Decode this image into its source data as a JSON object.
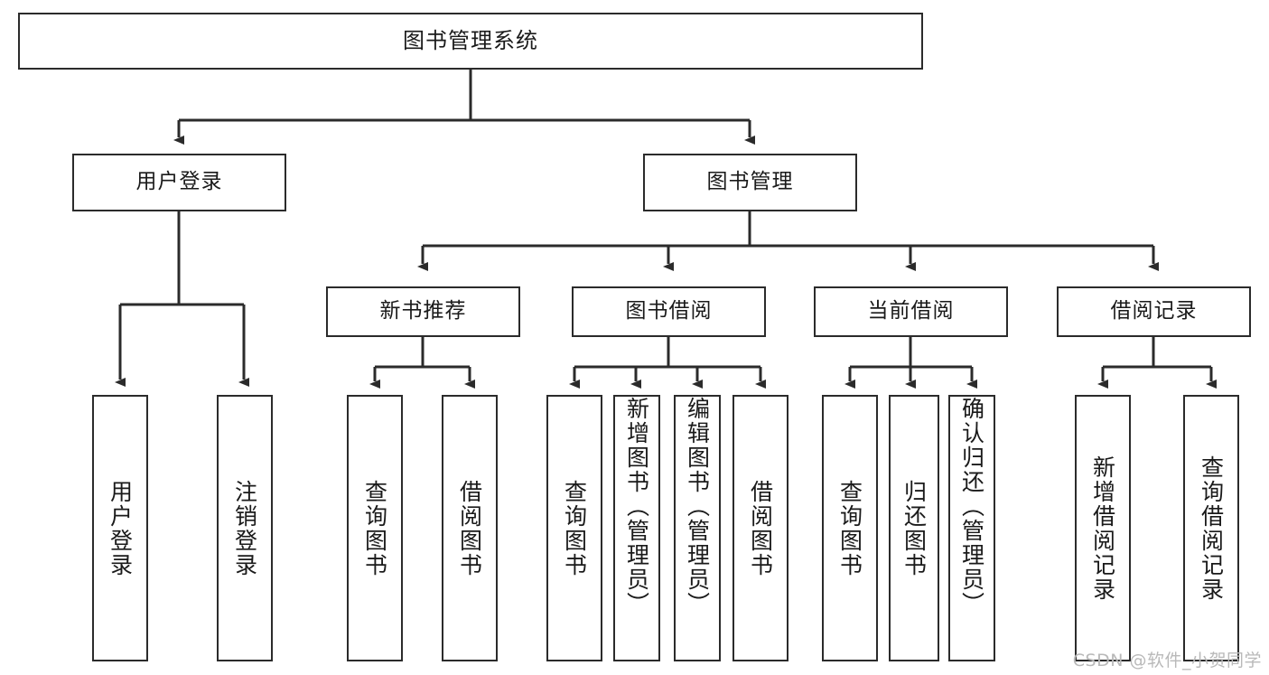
{
  "diagram": {
    "title_node": {
      "label": "图书管理系统"
    },
    "level2": [
      {
        "id": "user-login",
        "label": "用户登录"
      },
      {
        "id": "book-manage",
        "label": "图书管理"
      }
    ],
    "level3": [
      {
        "id": "new-book-recommend",
        "label": "新书推荐"
      },
      {
        "id": "book-borrow",
        "label": "图书借阅"
      },
      {
        "id": "current-borrow",
        "label": "当前借阅"
      },
      {
        "id": "borrow-record",
        "label": "借阅记录"
      }
    ],
    "leaves": {
      "user_login": [
        {
          "id": "leaf-user-login",
          "label": "用户登录"
        },
        {
          "id": "leaf-user-logout",
          "label": "注销登录"
        }
      ],
      "new_book_recommend": [
        {
          "id": "leaf-query-book-1",
          "label": "查询图书"
        },
        {
          "id": "leaf-borrow-book-1",
          "label": "借阅图书"
        }
      ],
      "book_borrow": [
        {
          "id": "leaf-query-book-2",
          "label": "查询图书"
        },
        {
          "id": "leaf-add-book",
          "label": "新增图书（管理员）"
        },
        {
          "id": "leaf-edit-book",
          "label": "编辑图书（管理员）"
        },
        {
          "id": "leaf-borrow-book-2",
          "label": "借阅图书"
        }
      ],
      "current_borrow": [
        {
          "id": "leaf-query-book-3",
          "label": "查询图书"
        },
        {
          "id": "leaf-return-book",
          "label": "归还图书"
        },
        {
          "id": "leaf-confirm-return",
          "label": "确认归还（管理员）"
        }
      ],
      "borrow_record": [
        {
          "id": "leaf-add-record",
          "label": "新增借阅记录"
        },
        {
          "id": "leaf-query-record",
          "label": "查询借阅记录"
        }
      ]
    }
  },
  "watermark": {
    "text": "CSDN @软件_小贺同学"
  },
  "colors": {
    "stroke": "#2b2b2b",
    "fill": "#ffffff",
    "text": "#1a1a1a",
    "watermark": "#b9b9b9"
  }
}
